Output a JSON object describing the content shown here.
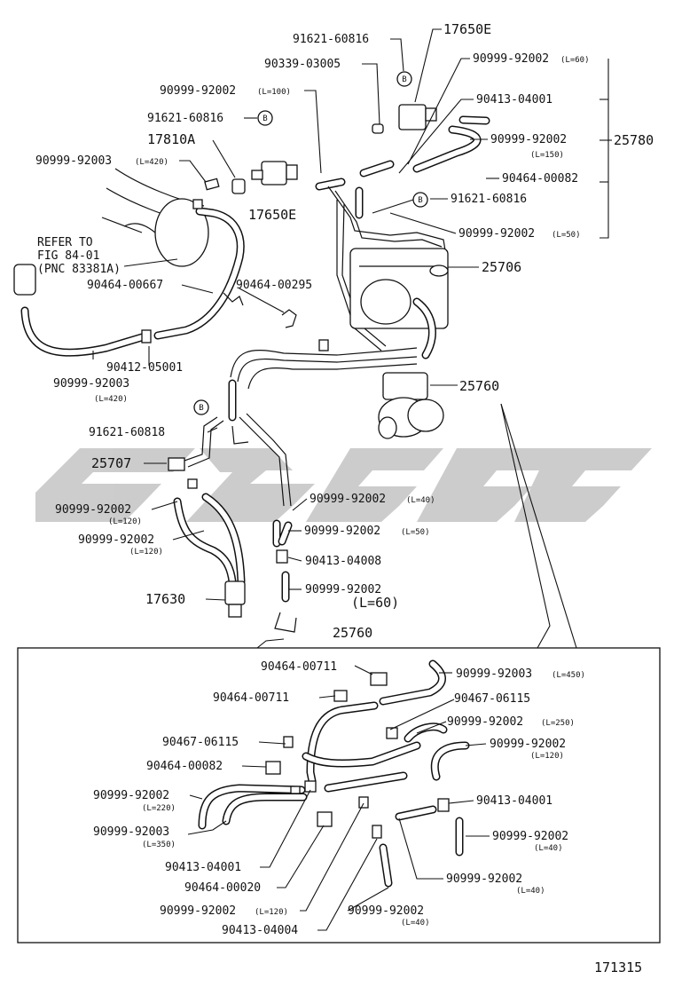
{
  "figure_number": "171315",
  "detail_title": "25760",
  "refer_note": {
    "line1": "REFER TO",
    "line2": "FIG 84-01",
    "line3": "(PNC 83381A)"
  },
  "callout_letter": "B",
  "upper_labels": [
    {
      "id": "p91621_60816_top",
      "text": "91621-60816"
    },
    {
      "id": "p17650e_top",
      "text": "17650E"
    },
    {
      "id": "p90339_03005",
      "text": "90339-03005"
    },
    {
      "id": "p90999_92002_l60_top",
      "text": "90999-92002",
      "note": "(L=60)"
    },
    {
      "id": "p90999_92002_l100",
      "text": "90999-92002",
      "note": "(L=100)"
    },
    {
      "id": "p90413_04001_top",
      "text": "90413-04001"
    },
    {
      "id": "p91621_60816_mid",
      "text": "91621-60816"
    },
    {
      "id": "p90999_92002_l150",
      "text": "90999-92002",
      "note": "(L=150)"
    },
    {
      "id": "p25780",
      "text": "25780"
    },
    {
      "id": "p17810a",
      "text": "17810A"
    },
    {
      "id": "p90999_92003_l420_top",
      "text": "90999-92003",
      "note": "(L=420)"
    },
    {
      "id": "p90464_00082_top",
      "text": "90464-00082"
    },
    {
      "id": "p91621_60816_right",
      "text": "91621-60816"
    },
    {
      "id": "p17650e_mid",
      "text": "17650E"
    },
    {
      "id": "p90999_92002_l50_top",
      "text": "90999-92002",
      "note": "(L=50)"
    },
    {
      "id": "p25706",
      "text": "25706"
    },
    {
      "id": "p90464_00667",
      "text": "90464-00667"
    },
    {
      "id": "p90464_00295",
      "text": "90464-00295"
    },
    {
      "id": "p90412_05001",
      "text": "90412-05001"
    },
    {
      "id": "p90999_92003_l420_low",
      "text": "90999-92003",
      "note": "(L=420)"
    },
    {
      "id": "p25760_main",
      "text": "25760"
    },
    {
      "id": "p91621_60818",
      "text": "91621-60818"
    },
    {
      "id": "p25707",
      "text": "25707"
    },
    {
      "id": "p90999_92002_l40_mid",
      "text": "90999-92002",
      "note": "(L=40)"
    },
    {
      "id": "p90999_92002_l120_a",
      "text": "90999-92002",
      "note": "(L=120)"
    },
    {
      "id": "p90999_92002_l50_mid",
      "text": "90999-92002",
      "note": "(L=50)"
    },
    {
      "id": "p90999_92002_l120_b",
      "text": "90999-92002",
      "note": "(L=120)"
    },
    {
      "id": "p90413_04008",
      "text": "90413-04008"
    },
    {
      "id": "p90999_92002_l60_low",
      "text": "90999-92002",
      "note": "(L=60)"
    },
    {
      "id": "p17630",
      "text": "17630"
    }
  ],
  "detail_labels": [
    {
      "id": "d90464_00711_a",
      "text": "90464-00711"
    },
    {
      "id": "d90999_92003_l450",
      "text": "90999-92003",
      "note": "(L=450)"
    },
    {
      "id": "d90464_00711_b",
      "text": "90464-00711"
    },
    {
      "id": "d90467_06115_a",
      "text": "90467-06115"
    },
    {
      "id": "d90999_92002_l250",
      "text": "90999-92002",
      "note": "(L=250)"
    },
    {
      "id": "d90467_06115_b",
      "text": "90467-06115"
    },
    {
      "id": "d90999_92002_l120_a",
      "text": "90999-92002",
      "note": "(L=120)"
    },
    {
      "id": "d90464_00082",
      "text": "90464-00082"
    },
    {
      "id": "d90999_92002_l220",
      "text": "90999-92002",
      "note": "(L=220)"
    },
    {
      "id": "d90413_04001_a",
      "text": "90413-04001"
    },
    {
      "id": "d90999_92003_l350",
      "text": "90999-92003",
      "note": "(L=350)"
    },
    {
      "id": "d90999_92002_l40_a",
      "text": "90999-92002",
      "note": "(L=40)"
    },
    {
      "id": "d90413_04001_b",
      "text": "90413-04001"
    },
    {
      "id": "d90464_00020",
      "text": "90464-00020"
    },
    {
      "id": "d90999_92002_l40_b",
      "text": "90999-92002",
      "note": "(L=40)"
    },
    {
      "id": "d90999_92002_l120_b",
      "text": "90999-92002",
      "note": "(L=120)"
    },
    {
      "id": "d90999_92002_l40_c",
      "text": "90999-92002",
      "note": "(L=40)"
    },
    {
      "id": "d90413_04004",
      "text": "90413-04004"
    }
  ]
}
